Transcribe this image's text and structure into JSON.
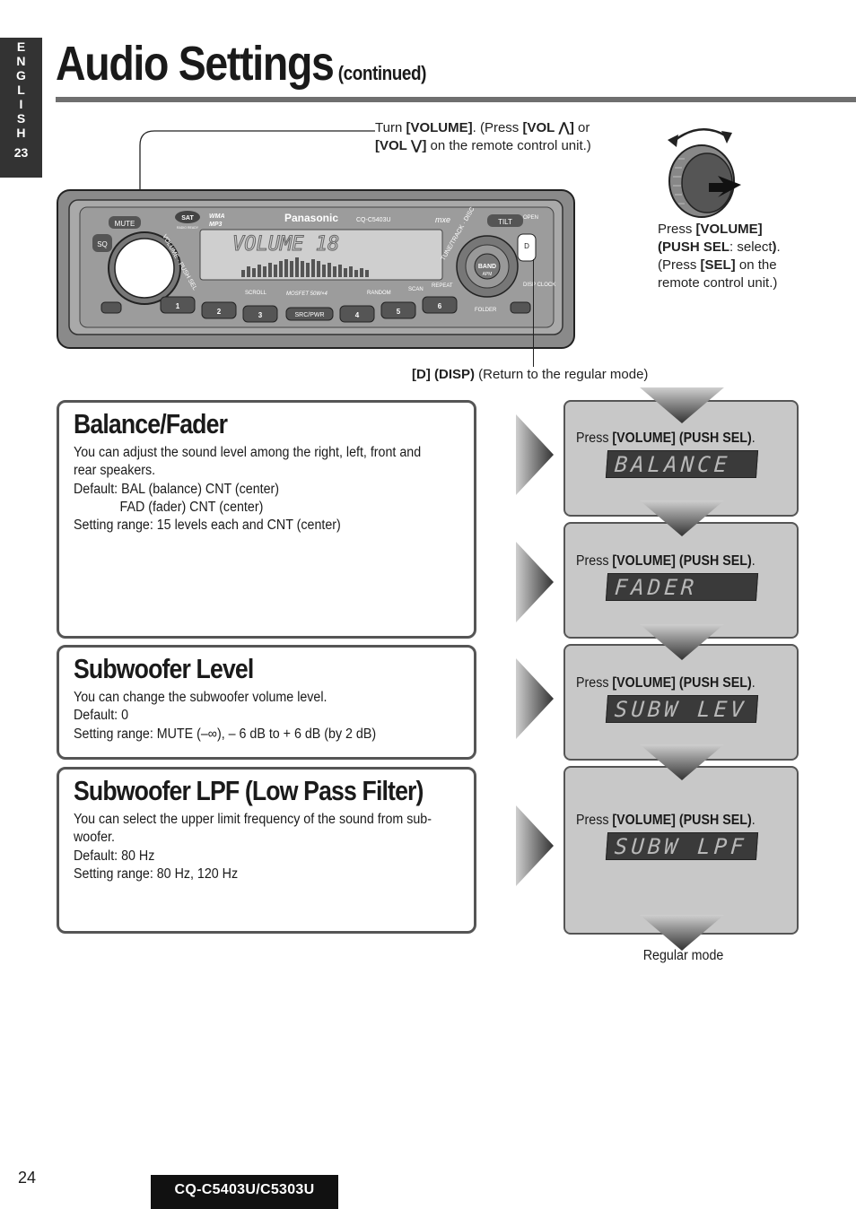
{
  "side_tab": {
    "letters": "E\nN\nG\nL\nI\nS\nH",
    "number": "23"
  },
  "header": {
    "title": "Audio Settings",
    "subtitle": "(continued)"
  },
  "callouts": {
    "turn_volume": {
      "t1": "Turn ",
      "b1": "[VOLUME]",
      "t2": ". (Press ",
      "b2": "[VOL ⋀]",
      "t3": " or",
      "b3": "[VOL ⋁]",
      "t4": " on the remote control unit.)"
    },
    "press_volume": {
      "t1": "Press ",
      "b1": "[VOLUME]",
      "b2": "(PUSH SEL",
      "t2": ": select",
      "b3": ")",
      "t3": ".",
      "t4": "(Press ",
      "b4": "[SEL]",
      "t5": " on the",
      "t6": "remote control unit.)"
    },
    "disp": {
      "b1": "[D] (DISP)",
      "t1": " (Return to the regular mode)"
    }
  },
  "device": {
    "brand": "Panasonic",
    "model": "CQ-C5403U",
    "mxe": "mxe",
    "sat": "SAT",
    "sat_sub": "RADIO READY",
    "wma": "WMA",
    "mp3": "MP3",
    "mute": "MUTE",
    "sq": "SQ",
    "tilt": "TILT",
    "open": "OPEN",
    "d": "D",
    "disp_clock": "DISP CLOCK",
    "folder": "FOLDER",
    "scroll": "SCROLL",
    "mosfet": "MOSFET 50W×4",
    "random": "RANDOM",
    "scan": "SCAN",
    "repeat": "REPEAT",
    "src_pwr": "SRC/PWR",
    "presets": [
      "1",
      "2",
      "3",
      "4",
      "5",
      "6"
    ],
    "band": "BAND",
    "apm": "APM",
    "display_text": "VOLUME  18",
    "volume_label": "VOLUME · PUSH SEL",
    "tune_track": "TUNE/TRACK · DISC"
  },
  "sections": [
    {
      "title": "Balance/Fader",
      "lines": [
        "You can adjust the sound level among the right, left, front and",
        "rear speakers.",
        "Default: BAL (balance) CNT (center)",
        "FAD (fader) CNT (center)",
        "Setting range: 15 levels each and CNT (center)"
      ]
    },
    {
      "title": "Subwoofer Level",
      "lines": [
        "You can change the subwoofer volume level.",
        "Default: 0",
        "Setting range: MUTE (–∞), – 6 dB  to + 6 dB  (by 2 dB)"
      ]
    },
    {
      "title": "Subwoofer LPF (Low Pass Filter)",
      "lines": [
        "You can select the upper limit frequency of the sound from sub-",
        "woofer.",
        "Default: 80 Hz",
        "Setting range: 80 Hz, 120 Hz"
      ]
    }
  ],
  "flow": {
    "press_prefix": "Press ",
    "press_bold": "[VOLUME] (PUSH SEL)",
    "press_suffix": ".",
    "lcd": [
      "BALANCE",
      "FADER",
      "SUBW LEV",
      "SUBW LPF"
    ],
    "regular_mode": "Regular mode"
  },
  "footer": {
    "page_number": "24",
    "model_badge": "CQ-C5403U/C5303U"
  }
}
